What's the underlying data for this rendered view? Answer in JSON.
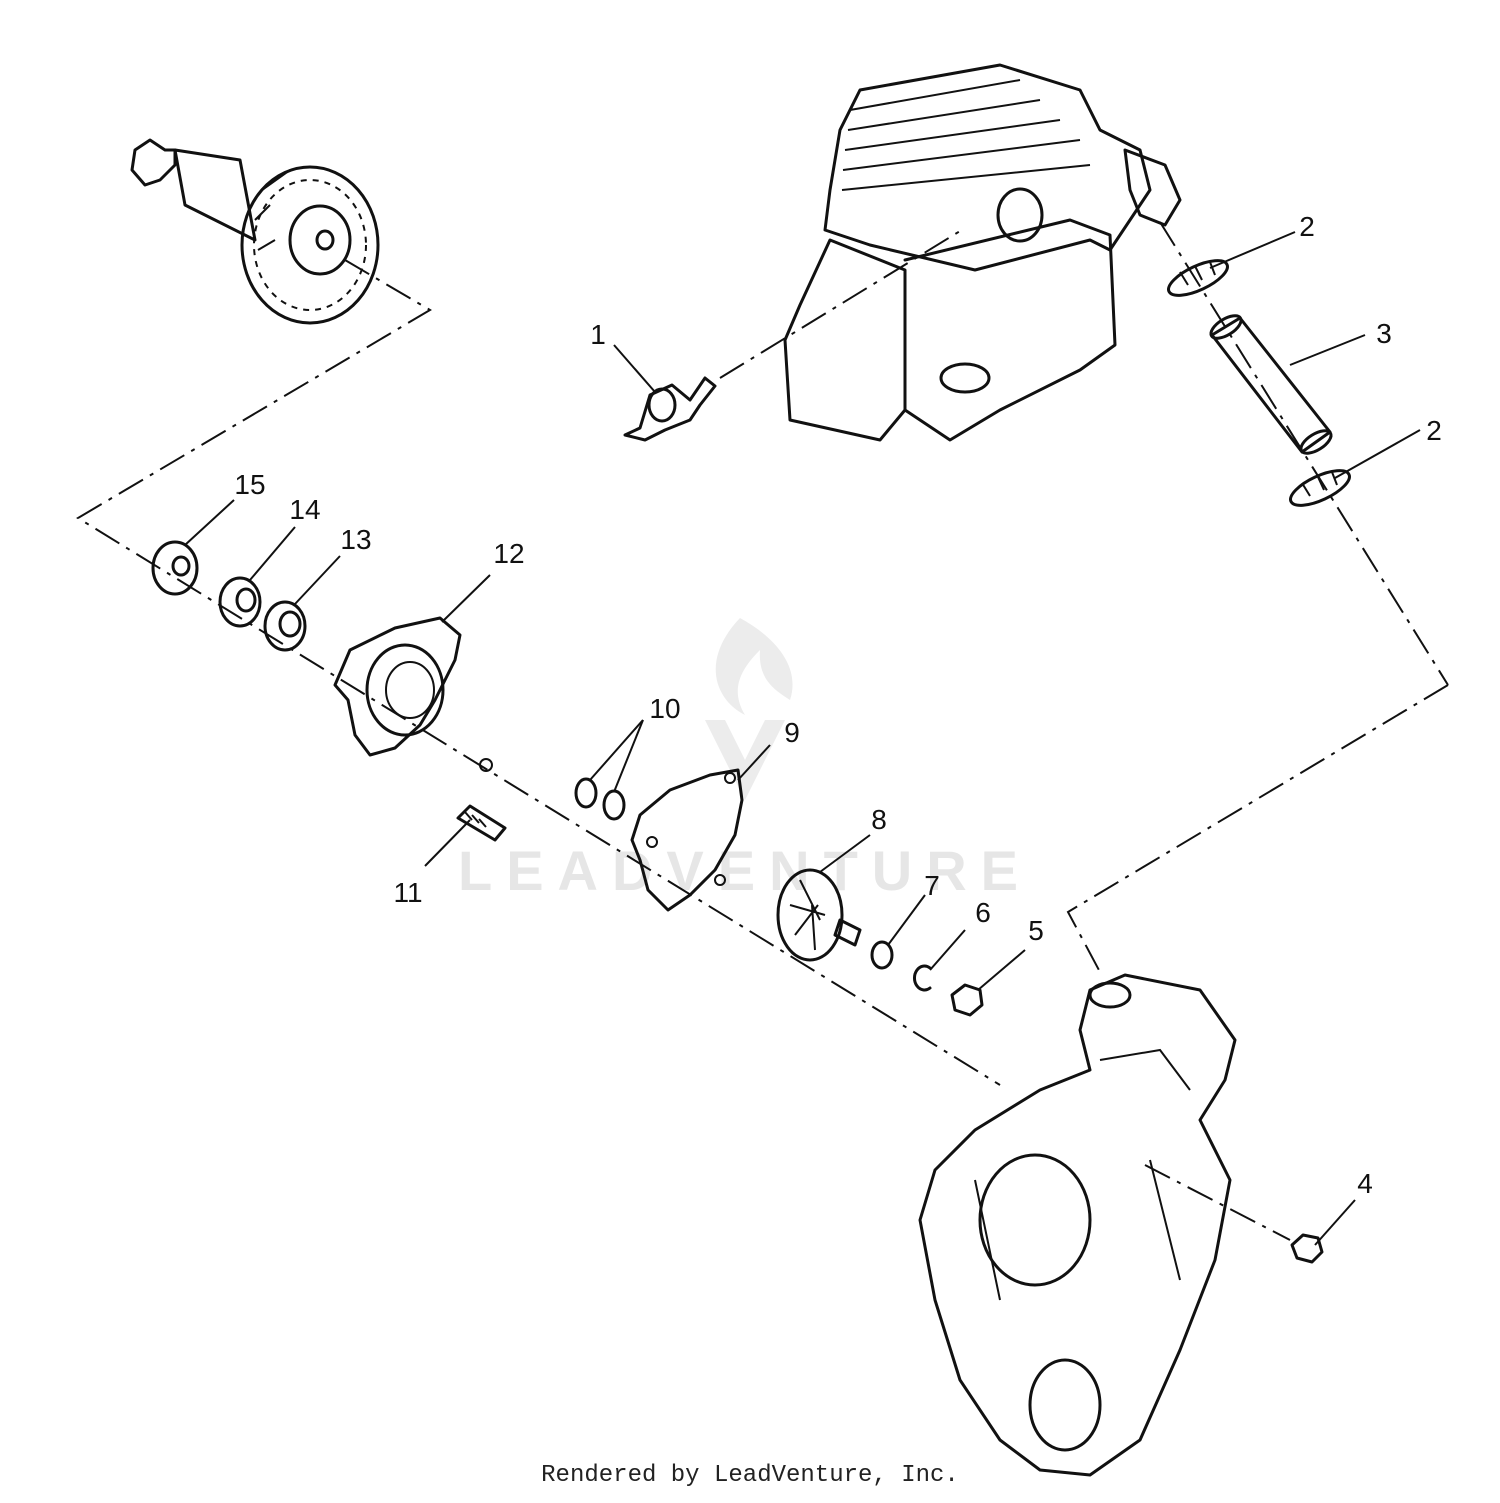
{
  "diagram": {
    "watermark": "LEADVENTURE",
    "footer": "Rendered by LeadVenture, Inc.",
    "callouts": [
      "1",
      "2",
      "2",
      "3",
      "4",
      "5",
      "6",
      "7",
      "8",
      "9",
      "10",
      "11",
      "12",
      "13",
      "14",
      "15"
    ]
  }
}
